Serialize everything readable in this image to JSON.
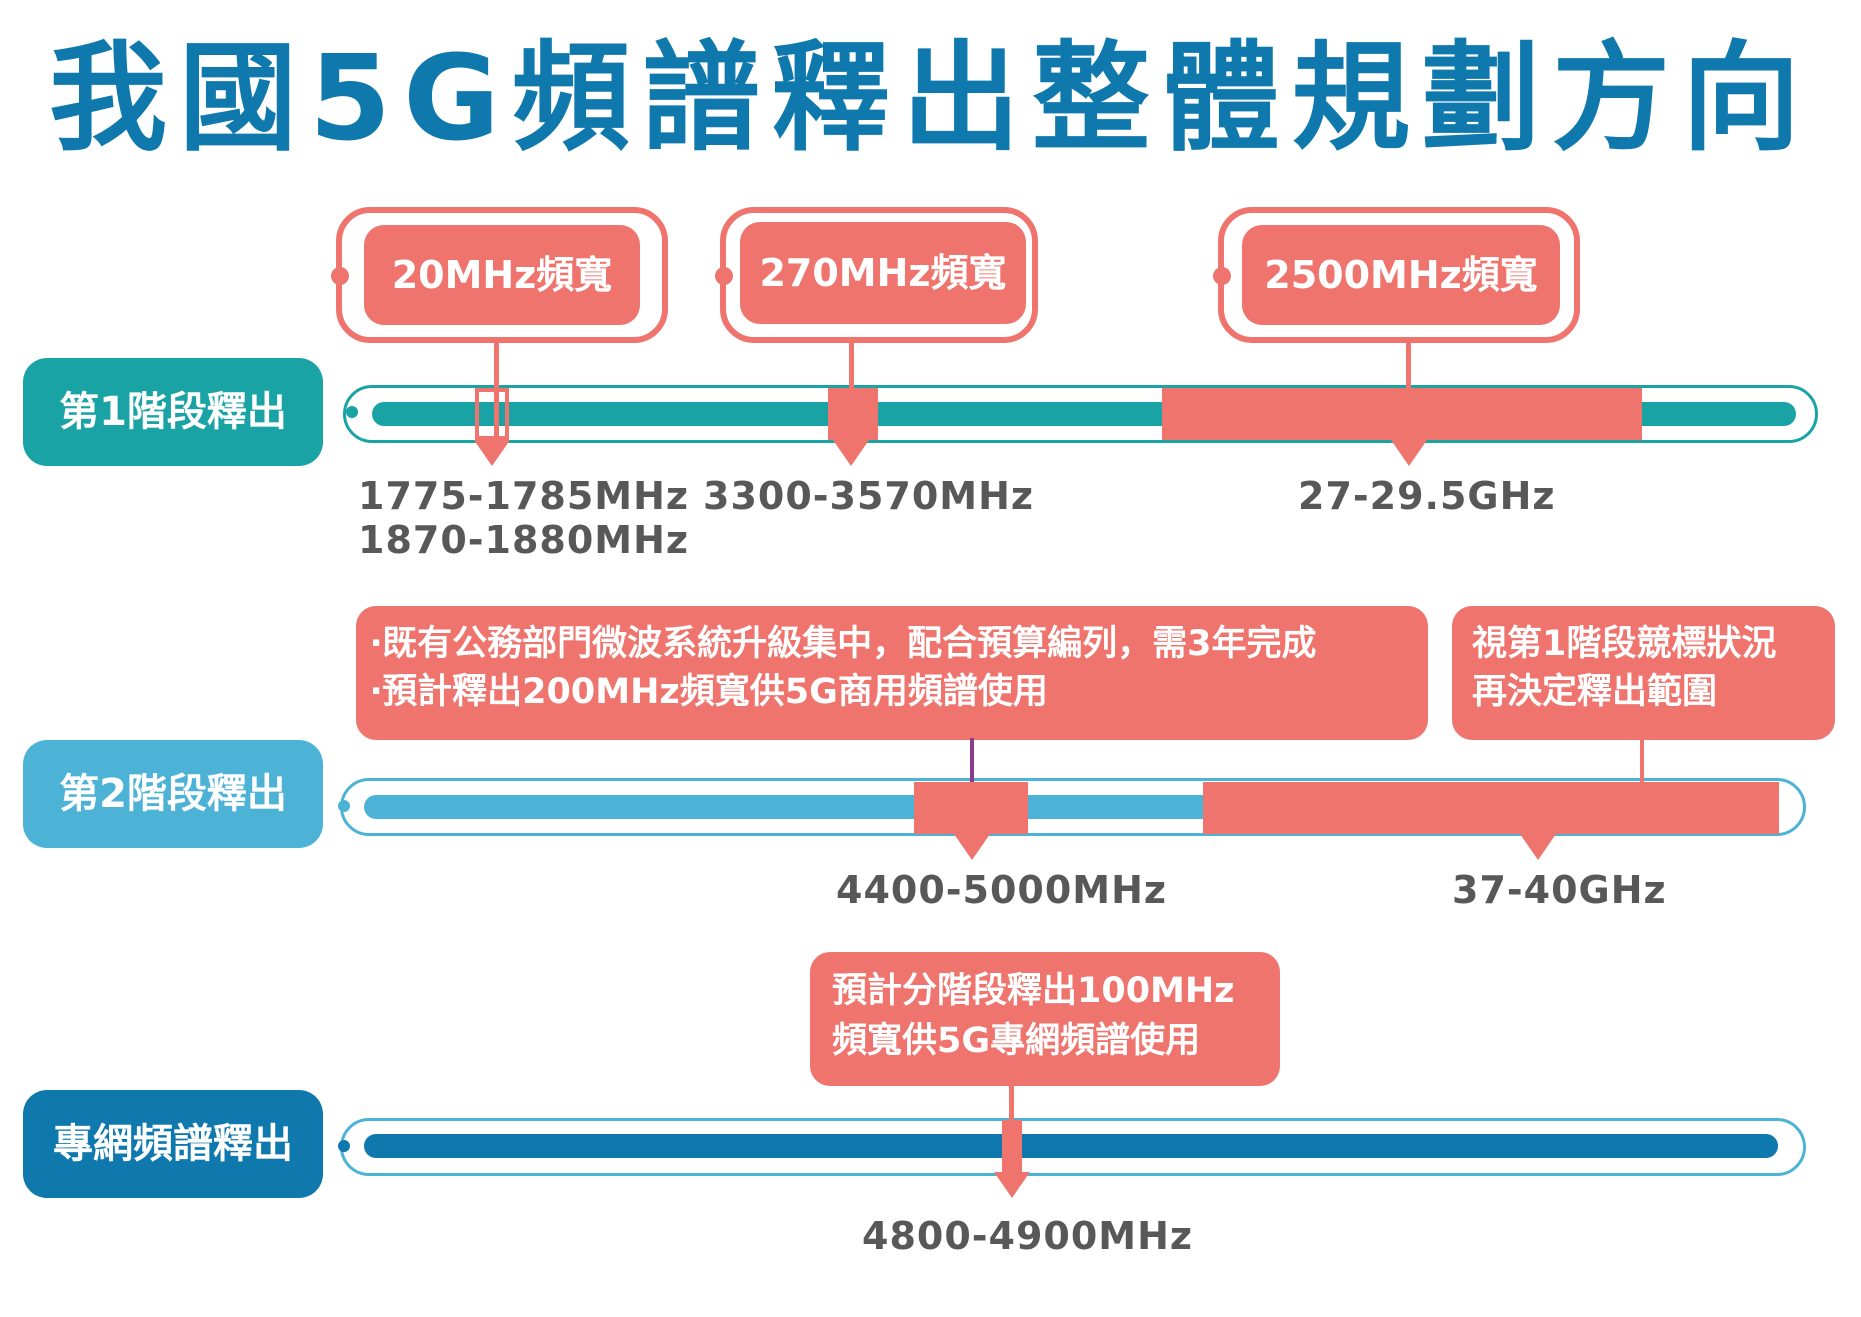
{
  "title": "我國5G頻譜釋出整體規劃方向",
  "colors": {
    "title": "#0f79ad",
    "stage1": "#1aa3a5",
    "stage2": "#4db3d6",
    "private_network": "#0f79ad",
    "callout": "#ee746d",
    "frequency_text": "#585858"
  },
  "stage1": {
    "label": "第1階段釋出",
    "callouts": [
      "20MHz頻寬",
      "270MHz頻寬",
      "2500MHz頻寬"
    ],
    "frequencies": [
      "1775-1785MHz",
      "1870-1880MHz",
      "3300-3570MHz",
      "27-29.5GHz"
    ]
  },
  "stage2": {
    "label": "第2階段釋出",
    "callout_main": [
      "‧既有公務部門微波系統升級集中，配合預算編列，需3年完成",
      "‧預計釋出200MHz頻寬供5G商用頻譜使用"
    ],
    "callout_side": [
      "視第1階段競標狀況",
      "再決定釋出範圍"
    ],
    "frequencies": [
      "4400-5000MHz",
      "37-40GHz"
    ]
  },
  "private_network": {
    "label": "專網頻譜釋出",
    "callout": [
      "預計分階段釋出100MHz",
      "頻寬供5G專網頻譜使用"
    ],
    "frequency": "4800-4900MHz"
  }
}
